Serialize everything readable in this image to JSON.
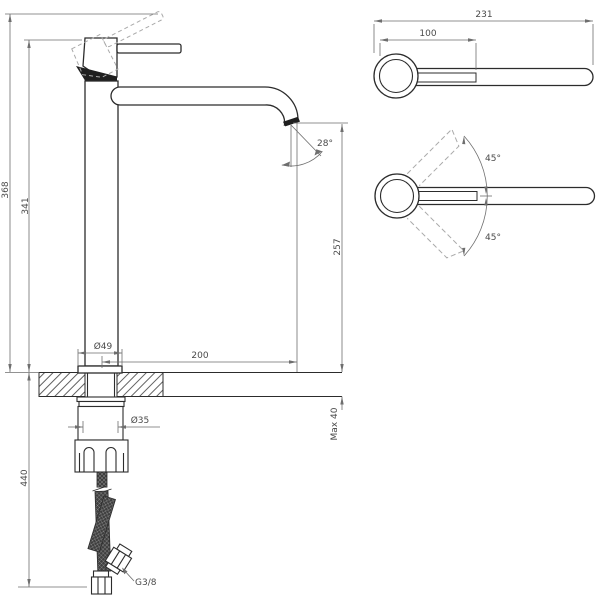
{
  "drawing": {
    "type": "technical-dimension-drawing",
    "subject": "single-lever tall basin mixer tap with supply hoses",
    "colors": {
      "outline": "#2c2c2c",
      "dimension": "#6e6e6e",
      "dark_fill": "#1f1f1f",
      "hose_fill": "#3f3f3f",
      "ghost_dashed": "#aaaaaa",
      "background": "#ffffff"
    },
    "views": {
      "front": {
        "dimensions": {
          "total_height": "368",
          "body_height": "341",
          "below_deck_length": "440",
          "spout_outlet_height": "257",
          "spout_reach": "200",
          "base_diameter": "Ø49",
          "shank_diameter": "Ø35",
          "max_deck_thickness": "Max 40",
          "stream_angle": "28°",
          "hose_connection": "G3/8"
        }
      },
      "top": {
        "dimensions": {
          "overall_length": "231",
          "handle_length": "100"
        }
      },
      "swivel": {
        "dimensions": {
          "swing_up": "45°",
          "swing_down": "45°"
        }
      }
    }
  }
}
